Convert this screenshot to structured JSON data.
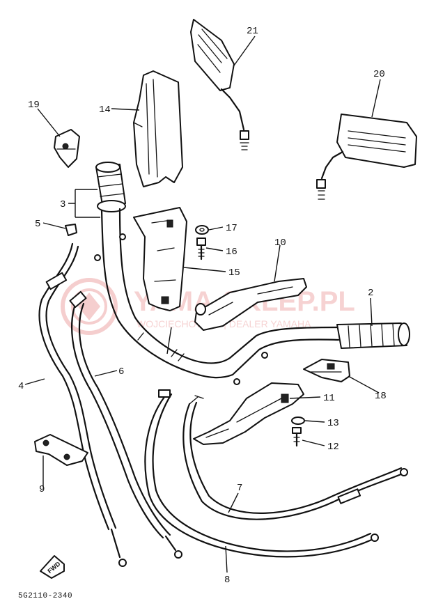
{
  "diagram": {
    "part_numbers": {
      "p2": "2",
      "p3": "3",
      "p4": "4",
      "p5": "5",
      "p6": "6",
      "p7": "7",
      "p8": "8",
      "p9": "9",
      "p10": "10",
      "p11": "11",
      "p12": "12",
      "p13": "13",
      "p14": "14",
      "p15": "15",
      "p16": "16",
      "p17": "17",
      "p18": "18",
      "p19": "19",
      "p20": "20",
      "p21": "21"
    },
    "watermark": {
      "title": "YAMA-SKLEP.PL",
      "subtitle": "WOJCIECHOWICZ | DEALER YAMAHA"
    },
    "fwd_label": "FWD",
    "figure_code": "5G2110-2340"
  }
}
